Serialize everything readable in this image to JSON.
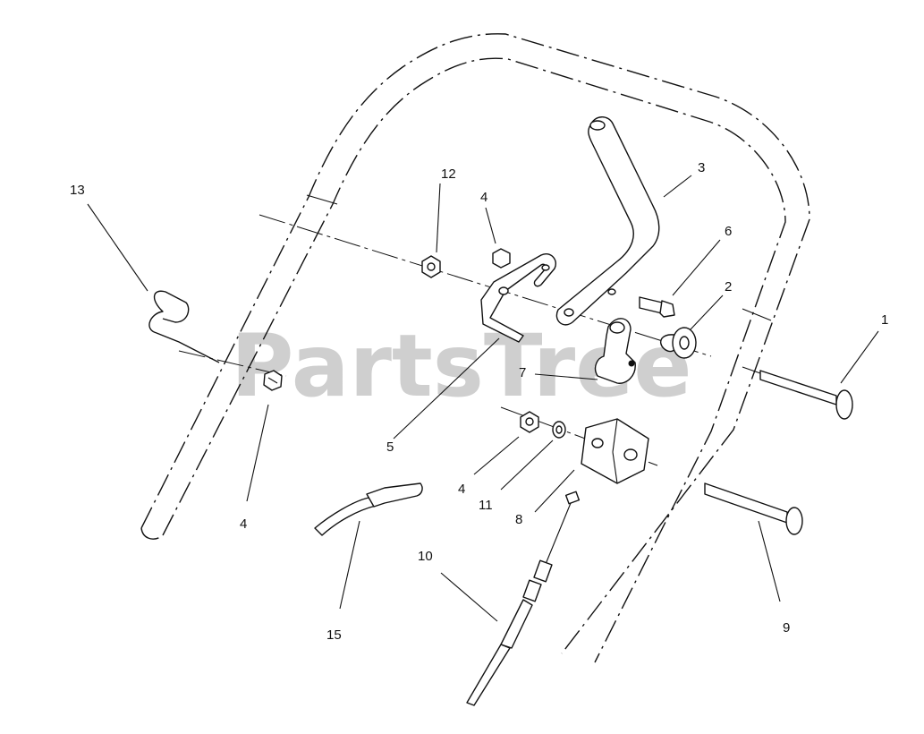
{
  "watermark": "PartsTree",
  "colors": {
    "line": "#111111",
    "watermark": "#cfcfcf",
    "background": "#ffffff"
  },
  "callouts": {
    "c1": "1",
    "c2": "2",
    "c3": "3",
    "c4a": "4",
    "c4b": "4",
    "c4c": "4",
    "c5": "5",
    "c6": "6",
    "c7": "7",
    "c8": "8",
    "c9": "9",
    "c10": "10",
    "c11": "11",
    "c12": "12",
    "c13": "13",
    "c15": "15"
  }
}
